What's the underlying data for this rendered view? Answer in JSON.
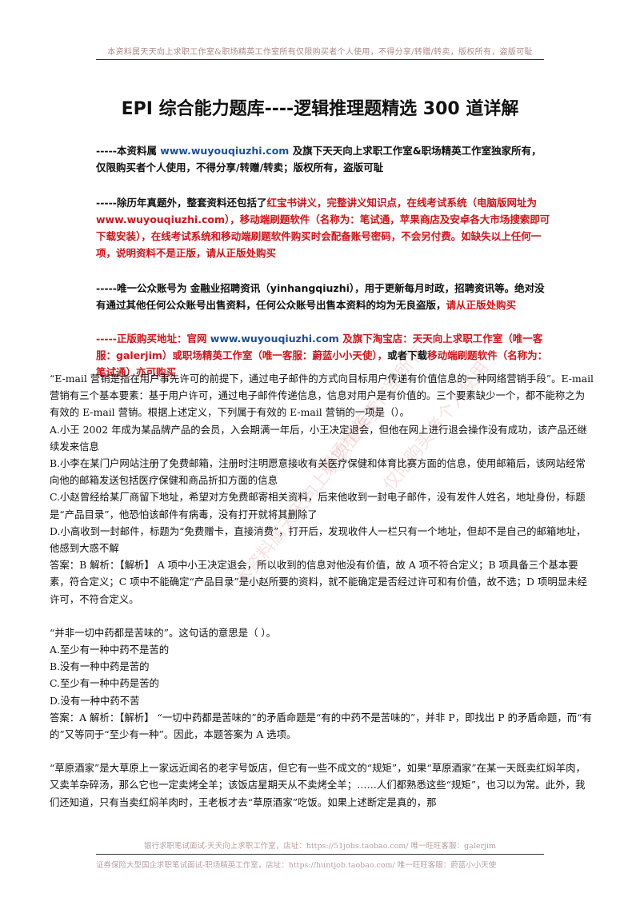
{
  "header": {
    "note": "本资料属天天向上求职工作室&职场精英工作室所有仅限购买者个人使用，不得分享/转赠/转卖，版权所有，盗版可耻"
  },
  "watermarks": [
    "本资料属天天向上求职工作室",
    "职场精英工作室所有",
    "仅限购买者个人使用"
  ],
  "document": {
    "title": "EPI 综合能力题库----逻辑推理题精选 300 道详解",
    "notice1": {
      "prefix": "-----本资料属 ",
      "url": "www.wuyouqiuzhi.com",
      "suffix": " 及旗下天天向上求职工作室&职场精英工作室独家所有，仅限购买者个人使用，不得分享/转赠/转卖；版权所有，盗版可耻"
    },
    "notice2": {
      "prefix": "-----除历年真题外，整套资料还包括了",
      "red1": "红宝书讲义，完整讲义知识点，在线考试系统（电脑版网址为 www.wuyouqiuzhi.com），移动端刷题软件（名称为：笔试通，苹果商店及安卓各大市场搜索即可下载安装），在线考试系统和移动端刷题软件购买时会配备账号密码，不会另付费。如缺失以上任何一项，说明资料不是正版，请从正版处购买"
    },
    "notice3": {
      "text": "-----唯一公众账号为 金融业招聘资讯（yinhangqiuzhi），用于更新每月时政，招聘资讯等。绝对没有通过其他任何公众账号出售资料，任何公众账号出售本资料的均为无良盗版，",
      "red": "请从正版处购买"
    },
    "notice4": {
      "red_prefix": "-----正版购买地址：官网 ",
      "url": "www.wuyouqiuzhi.com",
      "red_mid": " 及旗下淘宝店：天天向上求职工作室（唯一客服：galerjim）或职场精英工作室（唯一客服：蔚蓝小小天使），",
      "text": "或者下载",
      "red_end": "移动端刷题软件（名称为：笔试通）亦可购买"
    },
    "questions": [
      {
        "stem": "“E-mail 营销是指在用户事先许可的前提下，通过电子邮件的方式向目标用户传递有价值信息的一种网络营销手段”。E-mail 营销有三个基本要素：基于用户许可，通过电子邮件传递信息，信息对用户是有价值的。三个要素缺少一个，都不能称之为有效的 E-mail 营销。根据上述定义，下列属于有效的 E-mail 营销的一项是（）。",
        "options": [
          "A.小王 2002 年成为某品牌产品的会员，入会期满一年后，小王决定退会，但他在网上进行退会操作没有成功，该产品还继续发来信息",
          "B.小李在某门户网站注册了免费邮箱，注册时注明愿意接收有关医疗保健和体育比赛方面的信息，使用邮箱后，该网站经常向他的邮箱发送包括医疗保健和商品折扣方面的信息",
          "C.小赵曾经给某厂商留下地址，希望对方免费邮寄相关资料，后来他收到一封电子邮件，没有发件人姓名，地址身份，标题是“产品目录”，他恐怕该邮件有病毒，没有打开就将其删除了",
          "D.小高收到一封邮件，标题为“免费赠卡，直接消费”，打开后，发现收件人一栏只有一个地址，但却不是自己的邮箱地址，他感到大惑不解"
        ],
        "answer": "答案：B 解析：【解析】 A 项中小王决定退会，所以收到的信息对他没有价值，故 A 项不符合定义；B 项具备三个基本要素，符合定义；C 项中不能确定“产品目录”是小赵所要的资料，就不能确定是否经过许可和有价值，故不选；D 项明显未经许可，不符合定义。"
      },
      {
        "stem": "“并非一切中药都是苦味的”。这句话的意思是（ ）。",
        "options": [
          "A.至少有一种中药不是苦的",
          "B.没有一种中药是苦的",
          "C.至少有一种中药是苦的",
          "D.没有一种中药不苦"
        ],
        "answer": "答案：A 解析：【解析】 “一切中药都是苦味的”的矛盾命题是“有的中药不是苦味的”，并非 P，即找出 P 的矛盾命题，而“有的”又等同于“至少有一种”。因此，本题答案为 A 选项。"
      },
      {
        "stem": "“草原酒家”是大草原上一家远近闻名的老字号饭店，但它有一些不成文的“规矩”，如果“草原酒家”在某一天既卖红焖羊肉，又卖羊杂碎汤，那么它也一定卖烤全羊；该饭店星期天从不卖烤全羊；……人们都熟悉这些“规矩”，也习以为常。此外，我们还知道，只有当卖红焖羊肉时，王老板才去“草原酒家”吃饭。如果上述断定是真的，那"
      }
    ]
  },
  "footer": {
    "line1": "银行求职笔试面试-天天向上求职工作室，店址：https://51jobs.taobao.com/ 唯一旺旺客服：galerjim",
    "line2": "证券保险大型国企求职笔试面试-职场精英工作室，店址：https://huntjob.taobao.com/ 唯一旺旺客服：蔚蓝小小天使"
  },
  "colors": {
    "link_blue": "#1f4e9a",
    "emphasis_red": "#d3141a",
    "watermark": "#e07878"
  }
}
